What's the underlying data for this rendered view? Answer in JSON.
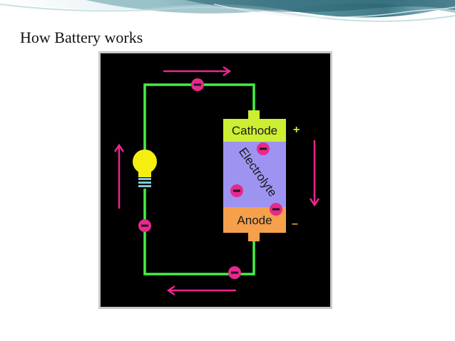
{
  "slide": {
    "title": "How Battery works"
  },
  "diagram": {
    "cathode_label": "Cathode",
    "electrolyte_label": "Electrolyte",
    "anode_label": "Anode",
    "positive_terminal_sign": "+",
    "negative_terminal_sign": "–",
    "colors": {
      "wire": "#44ee44",
      "cathode": "#ccee33",
      "electrolyte": "#9d94f2",
      "anode": "#f5a04c",
      "electron": "#e8288c",
      "arrow": "#e8288c",
      "bulb": "#f5ee10",
      "background": "#000000"
    },
    "icons": [
      "light-bulb-icon",
      "electron-icon",
      "current-arrow-icon"
    ]
  }
}
